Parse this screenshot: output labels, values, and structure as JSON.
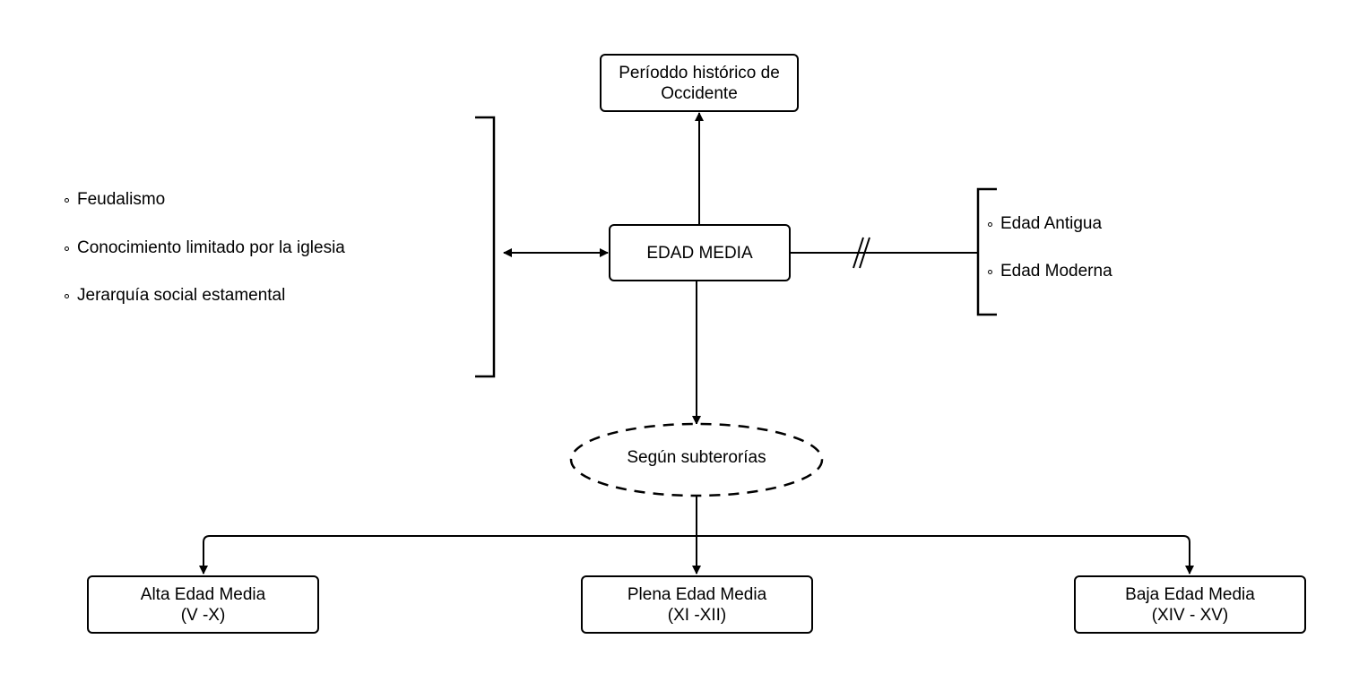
{
  "diagram": {
    "title_node": {
      "line1": "Períoddo histórico de",
      "line2": "Occidente"
    },
    "central_node": {
      "label": "EDAD MEDIA"
    },
    "characteristics": [
      {
        "text": "Feudalismo",
        "bullet": "circle-bullet"
      },
      {
        "text": "Conocimiento limitado por la iglesia",
        "bullet": "circle-bullet"
      },
      {
        "text": "Jerarquía social estamental",
        "bullet": "circle-bullet"
      }
    ],
    "excluded": [
      {
        "text": "Edad Antigua",
        "bullet": "circle-bullet"
      },
      {
        "text": "Edad Moderna",
        "bullet": "circle-bullet"
      }
    ],
    "subtheory_node": {
      "label": "Según subterorías"
    },
    "periods": [
      {
        "name": "Alta Edad Media",
        "range": "(V -X)"
      },
      {
        "name": "Plena Edad Media",
        "range": "(XI -XII)"
      },
      {
        "name": "Baja Edad Media",
        "range": "(XIV - XV)"
      }
    ],
    "connectors": {
      "central_to_title": "arrow-up",
      "central_to_characteristics": "double-arrow",
      "central_to_excluded": "broken-line",
      "central_to_subtheory": "arrow-down",
      "subtheory_to_periods": "branch-arrows"
    }
  }
}
